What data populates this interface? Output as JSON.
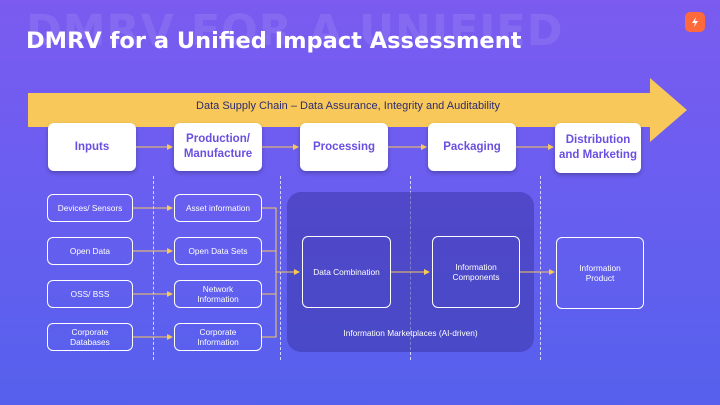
{
  "title": "DMRV for a Unified Impact Assessment",
  "watermark": "DMRV FOR A UNIFIED",
  "arrow_label": "Data Supply Chain – Data Assurance, Integrity and Auditability",
  "stages": [
    "Inputs",
    "Production/\nManufacture",
    "Processing",
    "Packaging",
    "Distribution\nand Marketing"
  ],
  "inputs": [
    "Devices/ Sensors",
    "Open Data",
    "OSS/ BSS",
    "Corporate\nDatabases"
  ],
  "production": [
    "Asset information",
    "Open Data Sets",
    "Network\nInformation",
    "Corporate\nInformation"
  ],
  "processing": "Data Combination",
  "packaging": "Information\nComponents",
  "distribution": "Information\nProduct",
  "marketplace_label": "Information Marketplaces (AI-driven)",
  "colors": {
    "arrow": "#f8c95a",
    "stage_text": "#6a4fe0",
    "connector": "#f8c95a",
    "logo": "#ff6a3d"
  }
}
